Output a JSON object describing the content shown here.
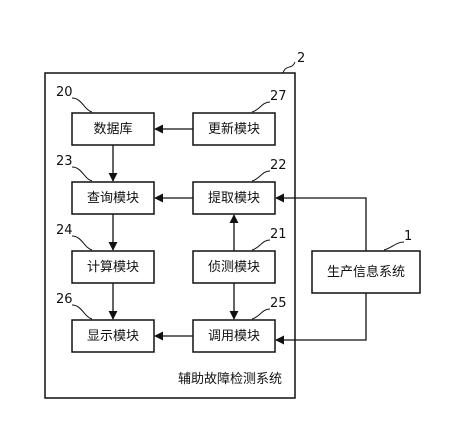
{
  "system": {
    "label": "辅助故障检测系统",
    "ref": "2"
  },
  "external": {
    "label": "生产信息系统",
    "ref": "1"
  },
  "modules": {
    "database": {
      "label": "数据库",
      "ref": "20"
    },
    "update": {
      "label": "更新模块",
      "ref": "27"
    },
    "query": {
      "label": "查询模块",
      "ref": "23"
    },
    "extract": {
      "label": "提取模块",
      "ref": "22"
    },
    "compute": {
      "label": "计算模块",
      "ref": "24"
    },
    "detect": {
      "label": "侦测模块",
      "ref": "21"
    },
    "display": {
      "label": "显示模块",
      "ref": "26"
    },
    "invoke": {
      "label": "调用模块",
      "ref": "25"
    }
  }
}
